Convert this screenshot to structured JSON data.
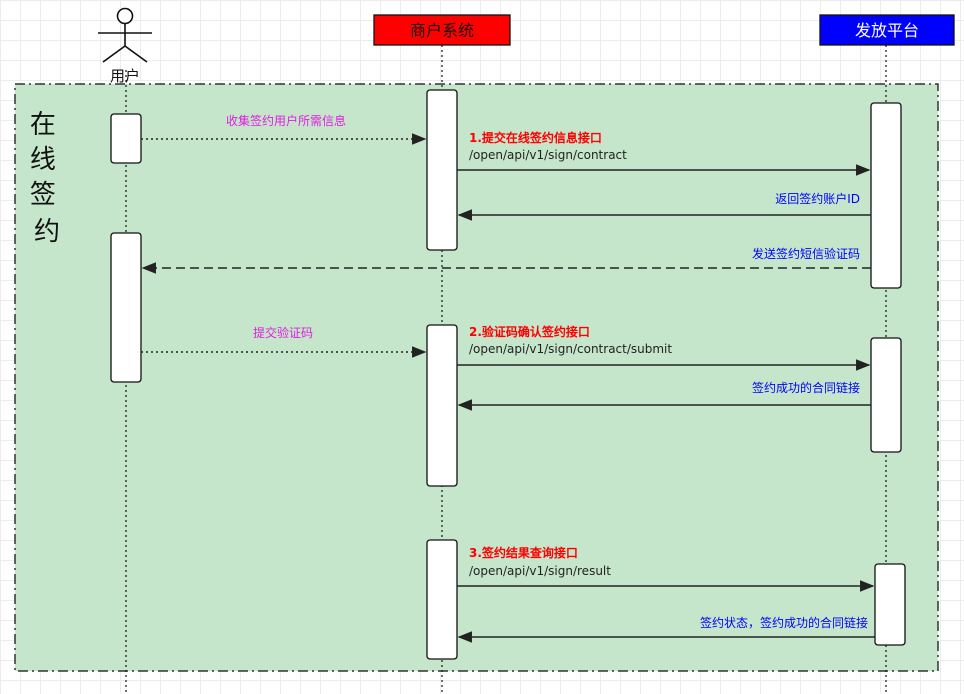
{
  "actors": {
    "user": "用户",
    "merchant": "商户系统",
    "platform": "发放平台"
  },
  "frame": {
    "label": "在线签约"
  },
  "messages": [
    {
      "text": "收集签约用户所需信息",
      "color": "#e020e0"
    },
    {
      "step": "1.提交在线签约信息接口",
      "path": "/open/api/v1/sign/contract",
      "color": "#ff0000"
    },
    {
      "text": "返回签约账户ID",
      "color": "#0000ff"
    },
    {
      "text": "发送签约短信验证码",
      "color": "#0000ff"
    },
    {
      "text": "提交验证码",
      "color": "#e020e0"
    },
    {
      "step": "2.验证码确认签约接口",
      "path": "/open/api/v1/sign/contract/submit",
      "color": "#ff0000"
    },
    {
      "text": "签约成功的合同链接",
      "color": "#0000ff"
    },
    {
      "step": "3.签约结果查询接口",
      "path": "/open/api/v1/sign/result",
      "color": "#ff0000"
    },
    {
      "text": "签约状态，签约成功的合同链接",
      "color": "#0000ff"
    }
  ],
  "colors": {
    "frame_fill": "#c5e6cb",
    "merchant_box": "#ff0000",
    "platform_box": "#0000ff"
  }
}
